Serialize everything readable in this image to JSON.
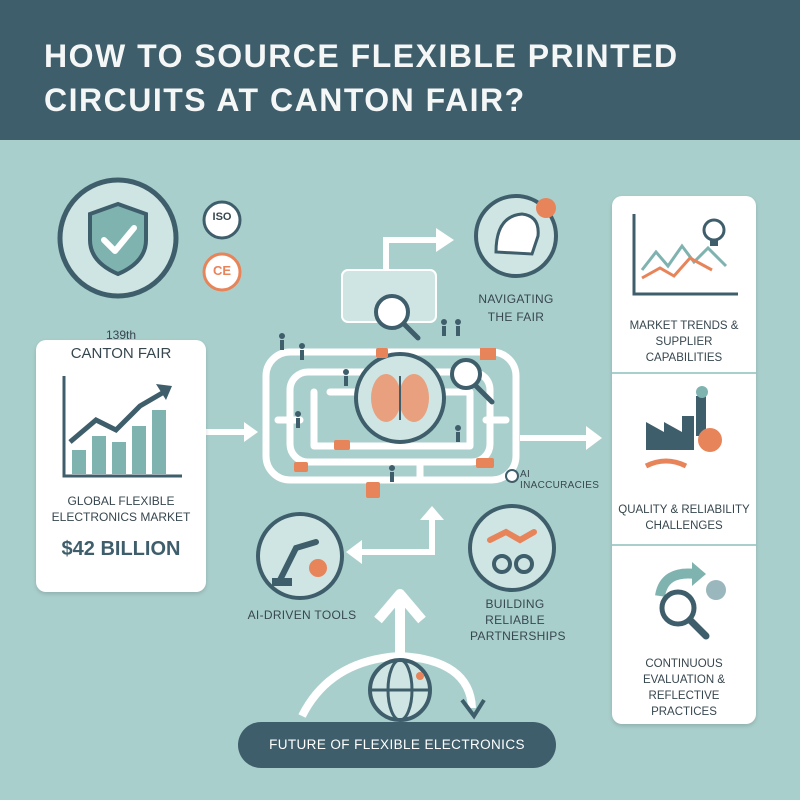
{
  "header": {
    "title": "HOW TO SOURCE FLEXIBLE PRINTED CIRCUITS AT CANTON FAIR?"
  },
  "badges": {
    "iso": "ISO",
    "ce": "CE"
  },
  "left_panel": {
    "edition": "139th",
    "fair_name": "CANTON FAIR",
    "market_label": "GLOBAL FLEXIBLE ELECTRONICS MARKET",
    "market_value": "$42 BILLION"
  },
  "flow": {
    "navigating": "NAVIGATING THE FAIR",
    "ai_inaccuracies": "AI INACCURACIES",
    "ai_tools": "AI-DRIVEN TOOLS",
    "partnerships": "BUILDING RELIABLE PARTNERSHIPS"
  },
  "right_panel": {
    "items": [
      {
        "label": "MARKET TRENDS & SUPPLIER CAPABILITIES",
        "icon": "trend-lightbulb-icon"
      },
      {
        "label": "QUALITY & RELIABILITY CHALLENGES",
        "icon": "factory-question-icon"
      },
      {
        "label": "CONTINUOUS EVALUATION & REFLECTIVE PRACTICES",
        "icon": "magnifier-cycle-icon"
      }
    ]
  },
  "footer": {
    "label": "FUTURE OF FLEXIBLE ELECTRONICS"
  },
  "colors": {
    "header_bg": "#3f5e6b",
    "background": "#a9cfcc",
    "accent_orange": "#e8845a",
    "dark_teal": "#3f5e6b",
    "white": "#ffffff"
  }
}
